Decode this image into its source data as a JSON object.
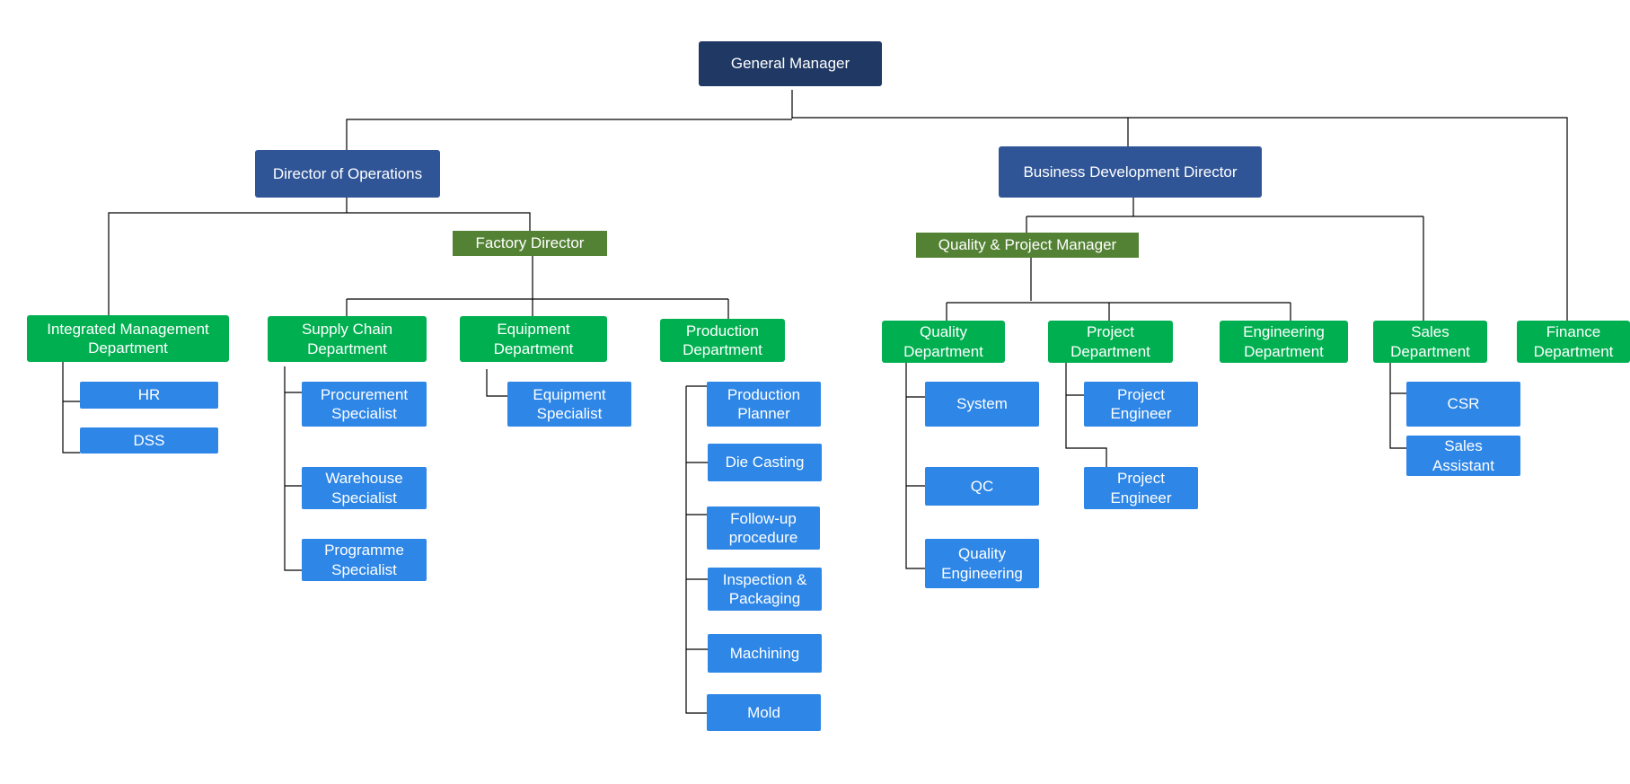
{
  "colors": {
    "general_manager": "#1f3864",
    "director": "#2f5597",
    "manager": "#548235",
    "department": "#00b050",
    "role": "#2e86e6",
    "connector": "#000000"
  },
  "org": {
    "general_manager": "General Manager",
    "operations": {
      "director": "Director of Operations",
      "integrated_management": {
        "label": "Integrated Management\nDepartment",
        "roles": [
          "HR",
          "DSS"
        ]
      },
      "factory_director": "Factory Director",
      "supply_chain": {
        "label": "Supply Chain\nDepartment",
        "roles": [
          "Procurement\nSpecialist",
          "Warehouse\nSpecialist",
          "Programme\nSpecialist"
        ]
      },
      "equipment": {
        "label": "Equipment\nDepartment",
        "roles": [
          "Equipment\nSpecialist"
        ]
      },
      "production": {
        "label": "Production\nDepartment",
        "roles": [
          "Production\nPlanner",
          "Die Casting",
          "Follow-up\nprocedure",
          "Inspection &\nPackaging",
          "Machining",
          "Mold"
        ]
      }
    },
    "business": {
      "director": "Business Development Director",
      "qp_manager": "Quality & Project Manager",
      "quality": {
        "label": "Quality\nDepartment",
        "roles": [
          "System",
          "QC",
          "Quality\nEngineering"
        ]
      },
      "project": {
        "label": "Project\nDepartment",
        "roles": [
          "Project\nEngineer",
          "Project\nEngineer"
        ]
      },
      "engineering": {
        "label": "Engineering\nDepartment"
      },
      "sales": {
        "label": "Sales\nDepartment",
        "roles": [
          "CSR",
          "Sales\nAssistant"
        ]
      }
    },
    "finance": {
      "label": "Finance\nDepartment"
    }
  }
}
